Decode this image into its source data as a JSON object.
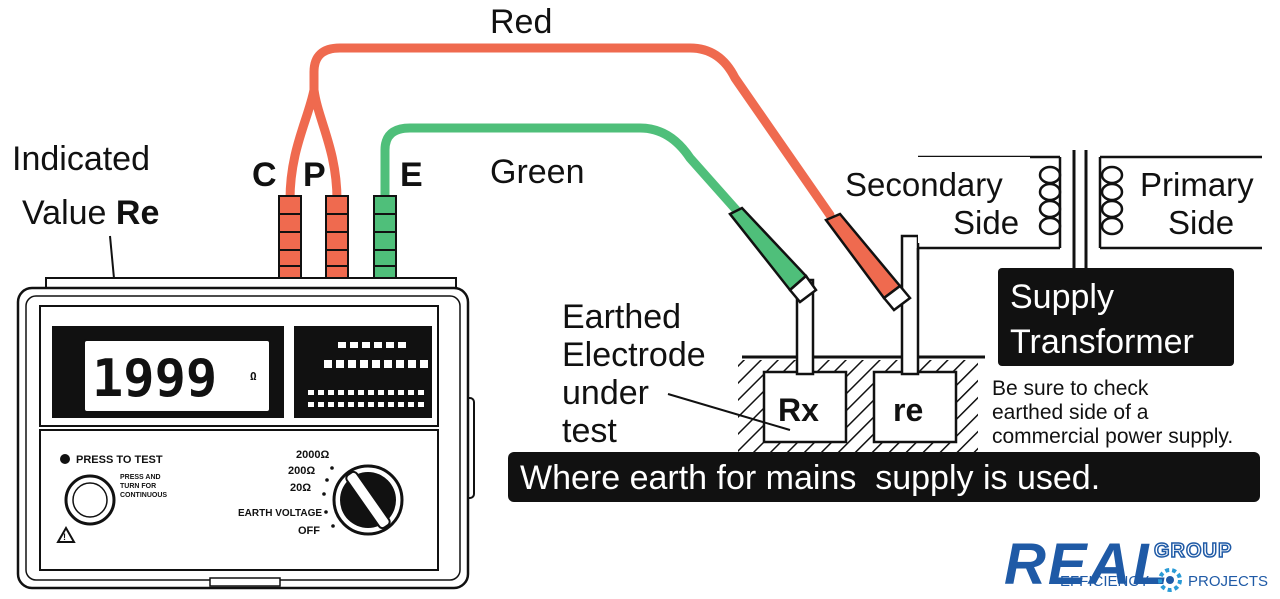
{
  "labels": {
    "red_wire": "Red",
    "green_wire": "Green",
    "terminal_c": "C",
    "terminal_p": "P",
    "terminal_e": "E",
    "indicated_line1": "Indicated",
    "indicated_line2": "Value",
    "indicated_re": "Re",
    "secondary_line1": "Secondary",
    "secondary_line2": "Side",
    "primary_line1": "Primary",
    "primary_line2": "Side",
    "supply_line1": "Supply",
    "supply_line2": "Transformer",
    "electrode_line1": "Earthed",
    "electrode_line2": "Electrode",
    "electrode_line3": "under",
    "electrode_line4": "test",
    "rx": "Rx",
    "re": "re",
    "note_line1": "Be sure to check",
    "note_line2": "earthed side of a",
    "note_line3": "commercial power supply.",
    "banner": "Where earth for mains  supply is used."
  },
  "meter": {
    "display_value": "1999",
    "display_unit": "Ω",
    "press_to_test": "PRESS TO TEST",
    "press_turn_1": "PRESS AND",
    "press_turn_2": "TURN FOR",
    "press_turn_3": "CONTINUOUS",
    "range_2000": "2000Ω",
    "range_200": "200Ω",
    "range_20": "20Ω",
    "earth_voltage": "EARTH VOLTAGE",
    "off": "OFF"
  },
  "logo": {
    "brand": "REAL",
    "group": "GROUP",
    "efficiency": "EFFICIENCY",
    "projects": "PROJECTS"
  },
  "colors": {
    "red_lead": "#ef6a4f",
    "green_lead": "#4fbf7a",
    "logo_blue": "#1f5aa6"
  }
}
